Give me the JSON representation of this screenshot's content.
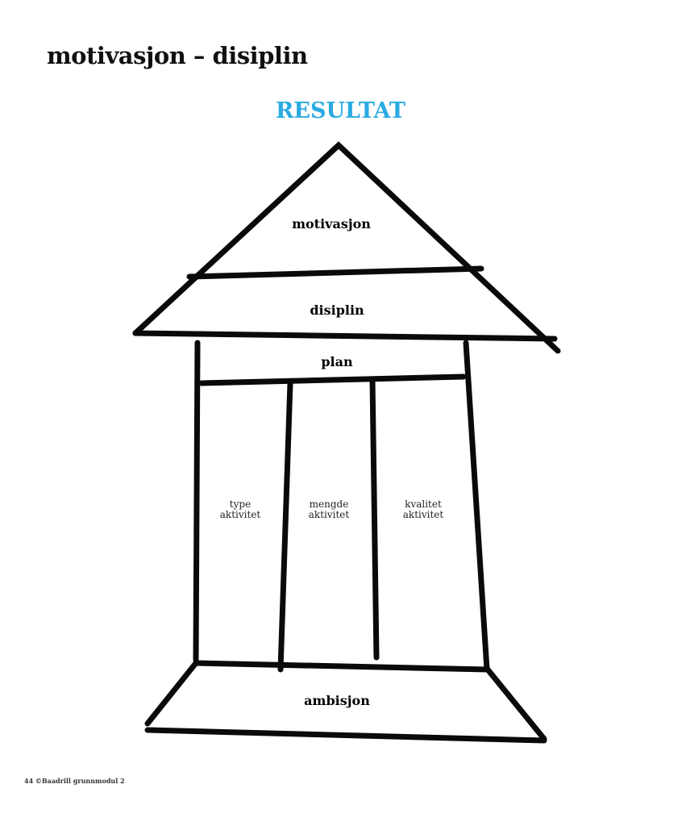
{
  "title": "motivasjon – disiplin",
  "top_label": "RESULTAT",
  "accent_color": "#29abe2",
  "house": {
    "roof_top": "motivasjon",
    "roof_bottom": "disiplin",
    "beam": "plan",
    "pillars": [
      {
        "line1": "type",
        "line2": "aktivitet"
      },
      {
        "line1": "mengde",
        "line2": "aktivitet"
      },
      {
        "line1": "kvalitet",
        "line2": "aktivitet"
      }
    ],
    "foundation": "ambisjon"
  },
  "footer": "44 ©Baadrill grunnmodul 2"
}
